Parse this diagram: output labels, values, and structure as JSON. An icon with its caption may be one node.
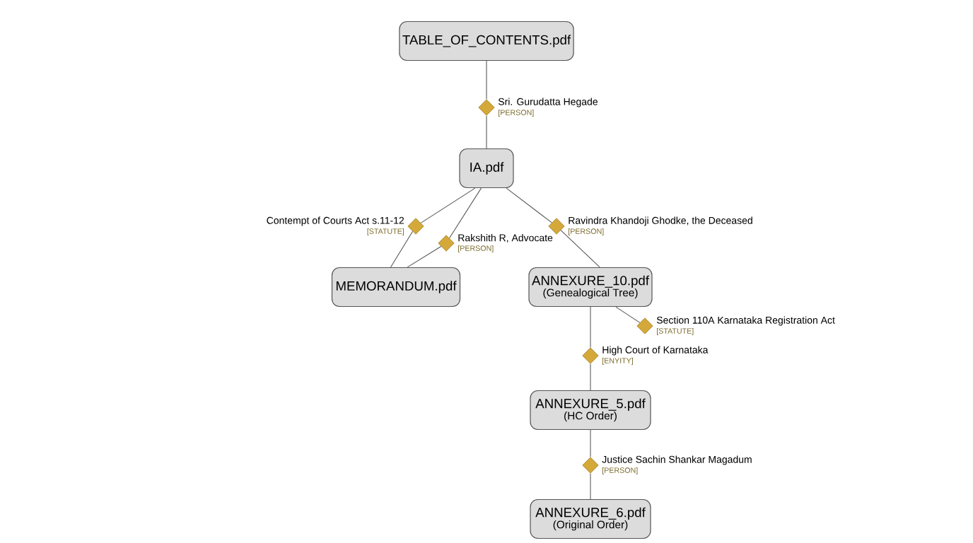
{
  "diagram": {
    "nodes": [
      {
        "text": [
          "TABLE_OF_CONTENTS.pdf"
        ]
      },
      {
        "text": [],
        "shape": "diamond",
        "beside": [
          "Sri. Gurudatta Hegade",
          "[PERSON]"
        ]
      },
      {
        "text": [
          "IA.pdf"
        ]
      },
      {
        "text": [],
        "shape": "diamond",
        "beside": [
          "Contempt of Courts Act s.11-12",
          "[STATUTE]"
        ]
      },
      {
        "text": [],
        "shape": "diamond",
        "beside": [
          "Rakshith R, Advocate",
          "[PERSON]"
        ]
      },
      {
        "text": [],
        "shape": "diamond",
        "beside": [
          "Ravindra Khandoji Ghodke, the Deceased",
          "[PERSON]"
        ]
      },
      {
        "text": [
          "MEMORANDUM.pdf"
        ]
      },
      {
        "text": [
          "ANNEXURE_10.pdf",
          "(Genealogical Tree)"
        ]
      },
      {
        "text": [],
        "shape": "diamond",
        "beside": [
          "Section 110A Karnataka Registration Act",
          "[STATUTE]"
        ]
      },
      {
        "text": [],
        "shape": "diamond",
        "beside": [
          "High Court of Karnataka",
          "[ENYITY]"
        ]
      },
      {
        "text": [
          "ANNEXURE_5.pdf",
          "(HC Order)"
        ]
      },
      {
        "text": [],
        "shape": "diamond",
        "beside": [
          "Justice Sachin Shankar Magadum",
          "[PERSON]"
        ]
      },
      {
        "text": [
          "ANNEXURE_6.pdf",
          "(Original Order)"
        ]
      }
    ],
    "edges": [
      {
        "from": 0,
        "to": 1,
        "arrow": "none"
      },
      {
        "from": 1,
        "to": 2,
        "arrow": "none"
      },
      {
        "from": 2,
        "to": 3,
        "arrow": "none"
      },
      {
        "from": 3,
        "to": 6,
        "arrow": "none"
      },
      {
        "from": 2,
        "to": 4,
        "arrow": "none"
      },
      {
        "from": 4,
        "to": 6,
        "arrow": "none"
      },
      {
        "from": 2,
        "to": 5,
        "arrow": "none"
      },
      {
        "from": 5,
        "to": 7,
        "arrow": "none"
      },
      {
        "from": 7,
        "to": 8,
        "arrow": "none"
      },
      {
        "from": 7,
        "to": 9,
        "arrow": "none"
      },
      {
        "from": 9,
        "to": 10,
        "arrow": "none"
      },
      {
        "from": 10,
        "to": 11,
        "arrow": "none"
      },
      {
        "from": 11,
        "to": 12,
        "arrow": "none"
      }
    ]
  }
}
